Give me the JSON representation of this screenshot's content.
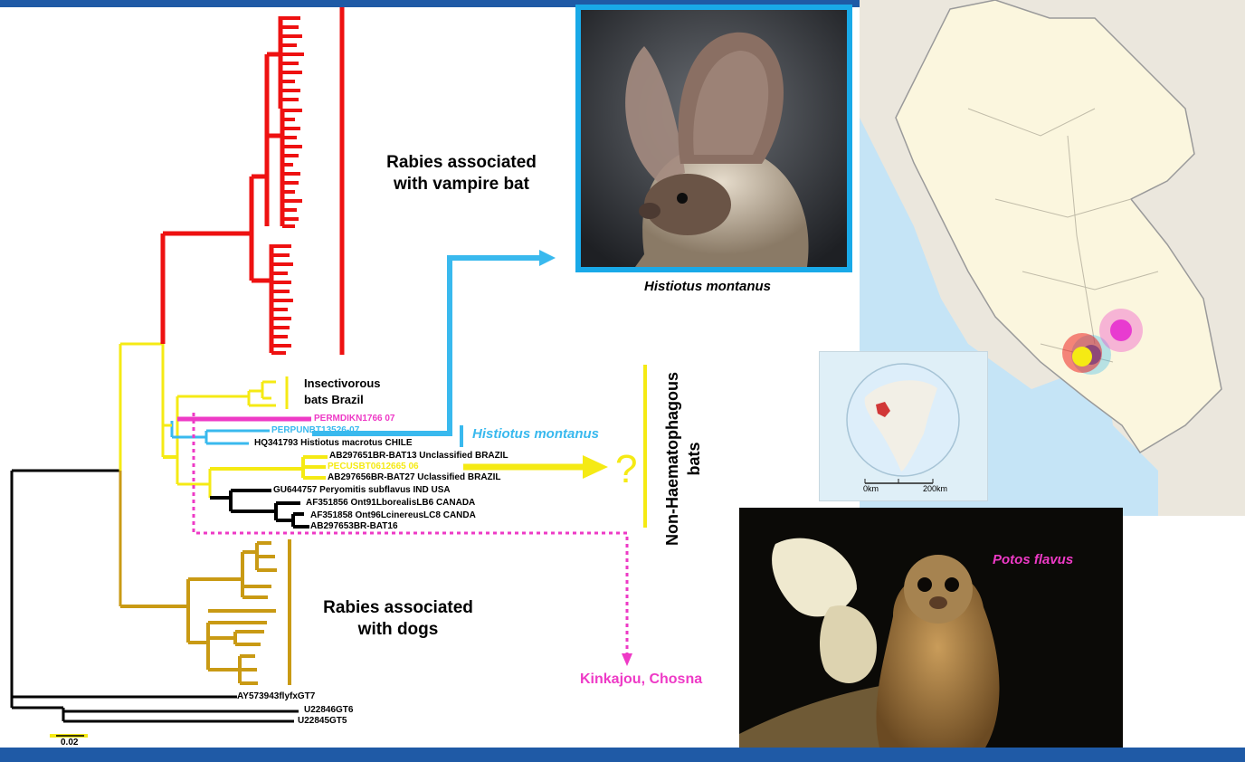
{
  "clades": {
    "vampire": "Rabies associated\nwith vampire bat",
    "dogs": "Rabies associated\nwith dogs",
    "insectivorous": "Insectivorous\nbats Brazil",
    "non_haem": "Non-Haematophagous\nbats",
    "histiotus_clade": "Histiotus montanus"
  },
  "leaves": {
    "permdikn": "PERMDIKN1766 07",
    "perpunbt": "PERPUNBT13526-07",
    "hq341793": "HQ341793 Histiotus macrotus CHILE",
    "ab297651": "AB297651BR-BAT13 Unclassified BRAZIL",
    "pecusbt": "PECUSBT0612665 06",
    "ab297656": "AB297656BR-BAT27 Uclassified BRAZIL",
    "gu644757": "GU644757 Peryomitis subflavus IND USA",
    "af351856": "AF351856 Ont91LborealisLB6 CANADA",
    "af351858": "AF351858 Ont96LcinereusLC8 CANDA",
    "ab297653": "AB297653BR-BAT16",
    "ay573943": "AY573943flyfxGT7",
    "u22846": "U22846GT6",
    "u22845": "U22845GT5"
  },
  "scale_bar": "0.02",
  "question_mark": "?",
  "kinkajou": "Kinkajou, Chosna",
  "photos": {
    "bat_caption": "Histiotus montanus",
    "kinkajou_caption": "Potos flavus"
  },
  "map": {
    "scale_start": "0km",
    "scale_end": "200km"
  },
  "colors": {
    "vampire": "#ee1111",
    "insectivorous": "#f5ea14",
    "histiotus": "#39b9ee",
    "kinkajou": "#ee3ac6",
    "dogs": "#c99a14",
    "outgroup": "#000000"
  }
}
